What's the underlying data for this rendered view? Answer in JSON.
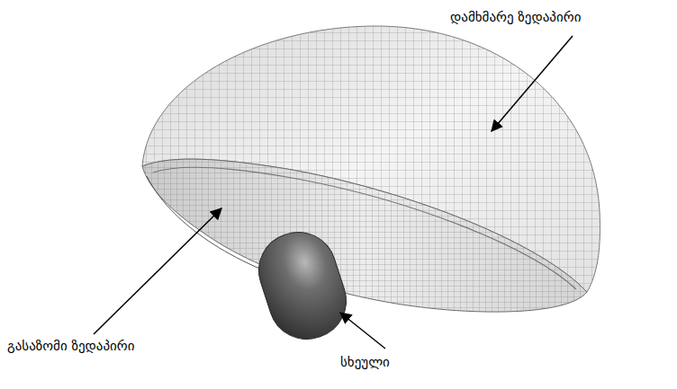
{
  "diagram": {
    "labels": [
      "დამხმარე ზედაპირი",
      "გასაზომი ზედაპირი",
      "სხეული"
    ]
  }
}
